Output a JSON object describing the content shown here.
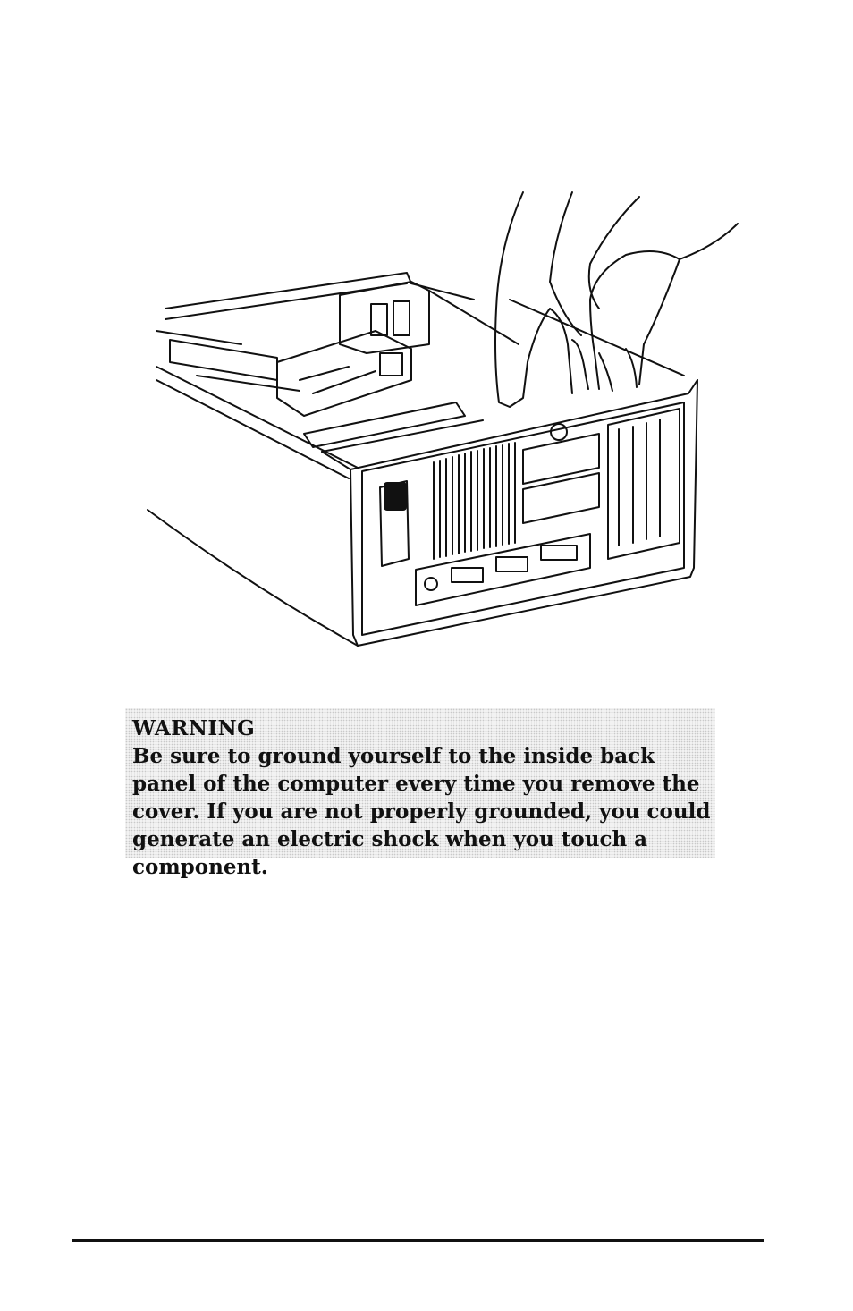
{
  "warning": {
    "title": "WARNING",
    "body": "Be sure to ground yourself to the inside back panel of the computer every time you remove the cover. If you are not properly grounded, you could generate an electric shock when you touch a component."
  },
  "illustration": {
    "subject": "hands-grounding-on-computer-back-panel"
  },
  "colors": {
    "ink": "#111111",
    "screen_tint": "#f2f2f2"
  }
}
